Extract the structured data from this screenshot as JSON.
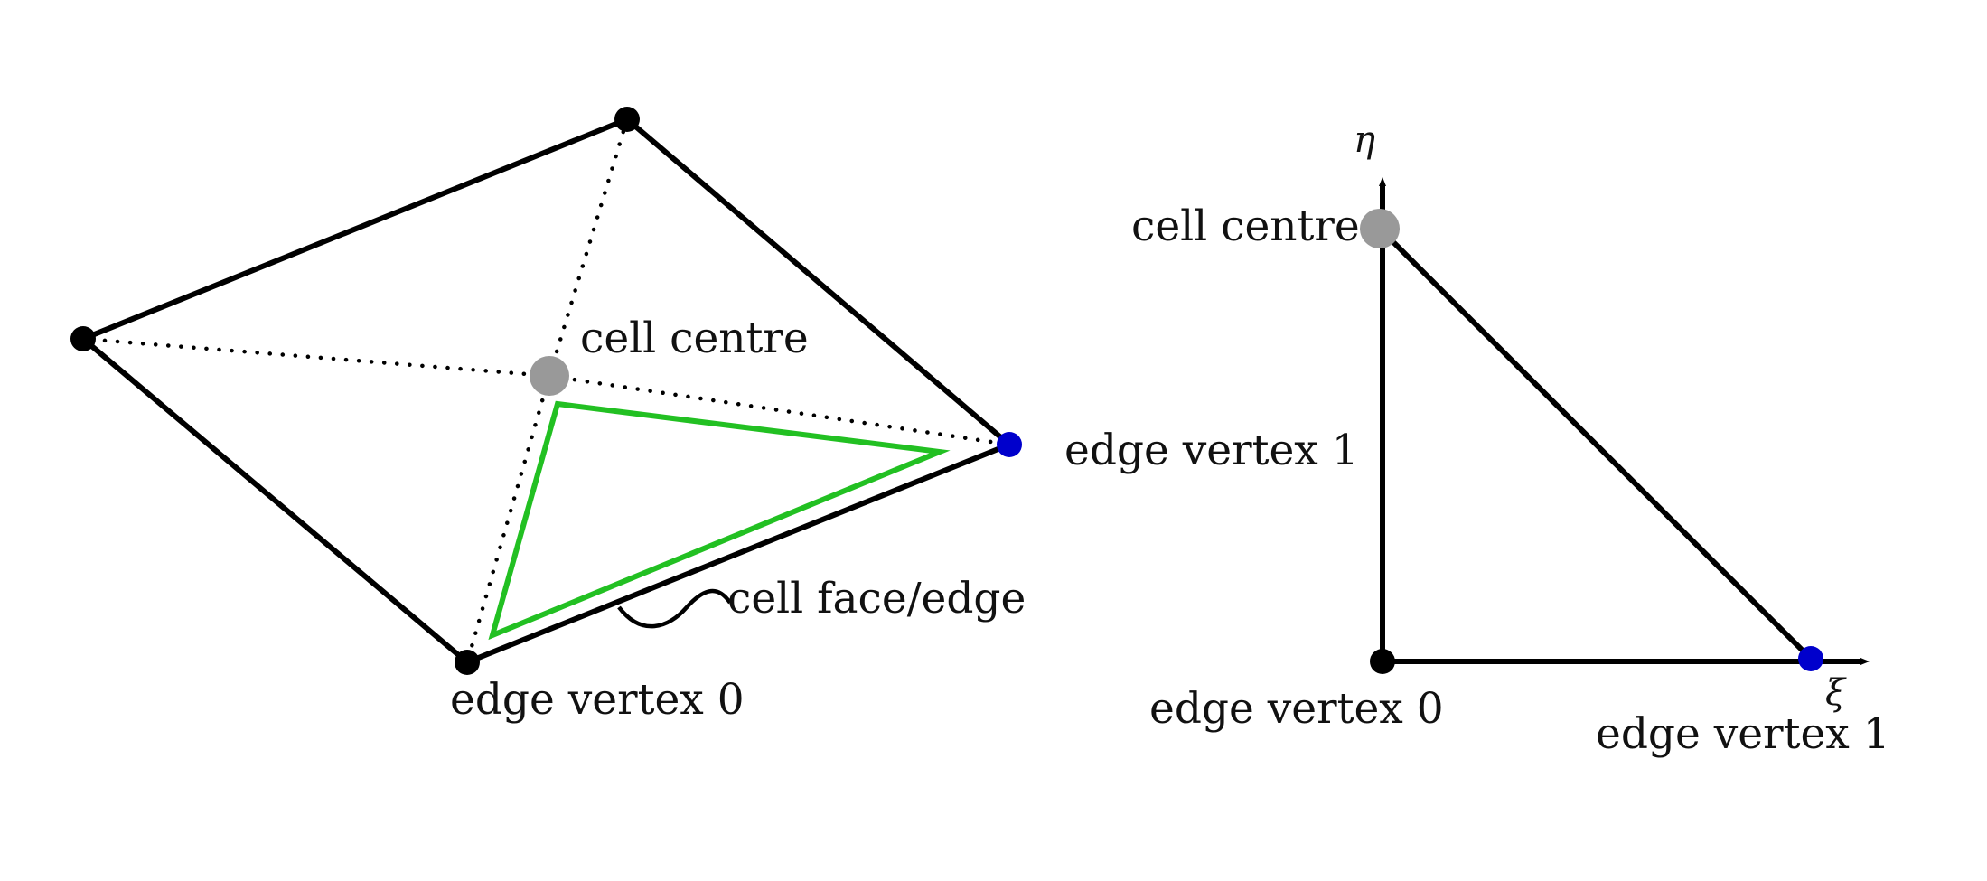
{
  "left_panel": {
    "cell_centre_label": "cell centre",
    "cell_face_label": "cell face/edge",
    "edge_vertex_0_label": "edge vertex 0",
    "edge_vertex_1_label": "edge vertex 1"
  },
  "right_panel": {
    "eta_label": "η",
    "xi_label": "ξ",
    "cell_centre_label": "cell centre",
    "edge_vertex_0_label": "edge vertex 0",
    "edge_vertex_1_label": "edge vertex 1"
  },
  "colors": {
    "vertex": "#000000",
    "edge_vertex_1": "#0000cc",
    "cell_centre": "#999999",
    "sub_triangle": "#22c022",
    "edges": "#000000"
  }
}
